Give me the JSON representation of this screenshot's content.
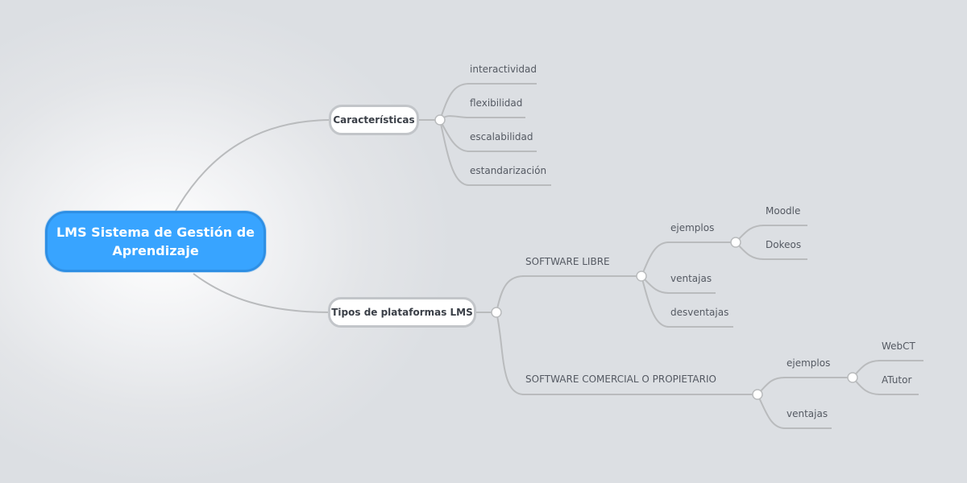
{
  "root": {
    "line1": "LMS Sistema de Gestión de",
    "line2": "Aprendizaje"
  },
  "branches": [
    {
      "label": "Características",
      "children": [
        "interactividad",
        "flexibilidad",
        "escalabilidad",
        "estandarización"
      ]
    },
    {
      "label": "Tipos de plataformas LMS",
      "children": [
        {
          "label": "SOFTWARE LIBRE",
          "children": [
            {
              "label": "ejemplos",
              "children": [
                "Moodle",
                "Dokeos"
              ]
            },
            {
              "label": "ventajas"
            },
            {
              "label": "desventajas"
            }
          ]
        },
        {
          "label": "SOFTWARE COMERCIAL O PROPIETARIO",
          "children": [
            {
              "label": "ejemplos",
              "children": [
                "WebCT",
                "ATutor"
              ]
            },
            {
              "label": "ventajas"
            }
          ]
        }
      ]
    }
  ]
}
